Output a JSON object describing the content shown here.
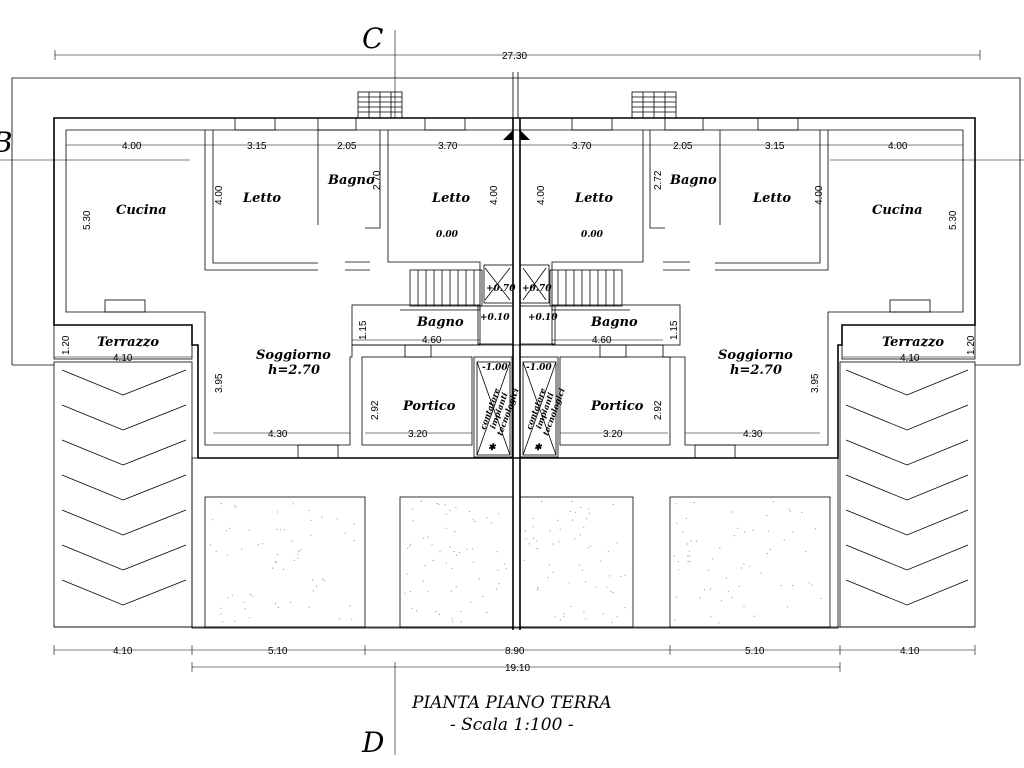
{
  "section_marks": {
    "top": "C",
    "bottom": "D",
    "left": "B"
  },
  "title": {
    "main": "PIANTA PIANO TERRA",
    "scale": "- Scala 1:100 -"
  },
  "overall_dimensions": {
    "total_width": "27.30",
    "bottom_segments": [
      "4.10",
      "5.10",
      "8.90",
      "5.10",
      "4.10"
    ],
    "inner_width": "19.10"
  },
  "rooms": {
    "cucina_left": "Cucina",
    "letto_left_1": "Letto",
    "bagno_left_1": "Bagno",
    "letto_left_2": "Letto",
    "letto_right_2": "Letto",
    "bagno_right_1": "Bagno",
    "letto_right_1": "Letto",
    "cucina_right": "Cucina",
    "terrazzo_left": "Terrazzo",
    "terrazzo_right": "Terrazzo",
    "soggiorno_left": "Soggiorno",
    "soggiorno_left_h": "h=2.70",
    "soggiorno_right": "Soggiorno",
    "soggiorno_right_h": "h=2.70",
    "bagno_left_2": "Bagno",
    "bagno_right_2": "Bagno",
    "portico_left": "Portico",
    "portico_right": "Portico",
    "contatore_line1": "contatore",
    "contatore_line2": "impianti",
    "contatore_line3": "tecnologici"
  },
  "levels": {
    "letto_left": "0.00",
    "letto_right": "0.00",
    "stair_left": "+0.70",
    "stair_right": "+0.70",
    "bagno_left": "+0.10",
    "bagno_right": "+0.10",
    "portico_left": "-1.00",
    "portico_right": "-1.00"
  },
  "dims": {
    "top_1": "4.00",
    "top_2": "3.15",
    "top_3": "2.05",
    "top_4": "3.70",
    "top_5": "3.70",
    "top_6": "2.05",
    "top_7": "3.15",
    "top_8": "4.00",
    "v_cucina_l": "5.30",
    "v_letto_l": "4.00",
    "v_bagno_l": "2.70",
    "v_letto_l2": "4.00",
    "v_letto_r2": "4.00",
    "v_bagno_r": "2.72",
    "v_letto_r": "4.00",
    "v_cucina_r": "5.30",
    "terrazzo_w_l": "4.10",
    "terrazzo_w_r": "4.10",
    "terrazzo_h_l": "1.20",
    "terrazzo_h_r": "1.20",
    "bagno2_h_l": "1.15",
    "bagno2_h_r": "1.15",
    "bagno2_w_l": "4.60",
    "bagno2_w_r": "4.60",
    "sogg_h_l": "3.95",
    "sogg_h_r": "3.95",
    "portico_h_l": "2.92",
    "portico_h_r": "2.92",
    "sogg_w_l": "4.30",
    "sogg_w_r": "4.30",
    "portico_w_l": "3.20",
    "portico_w_r": "3.20"
  }
}
